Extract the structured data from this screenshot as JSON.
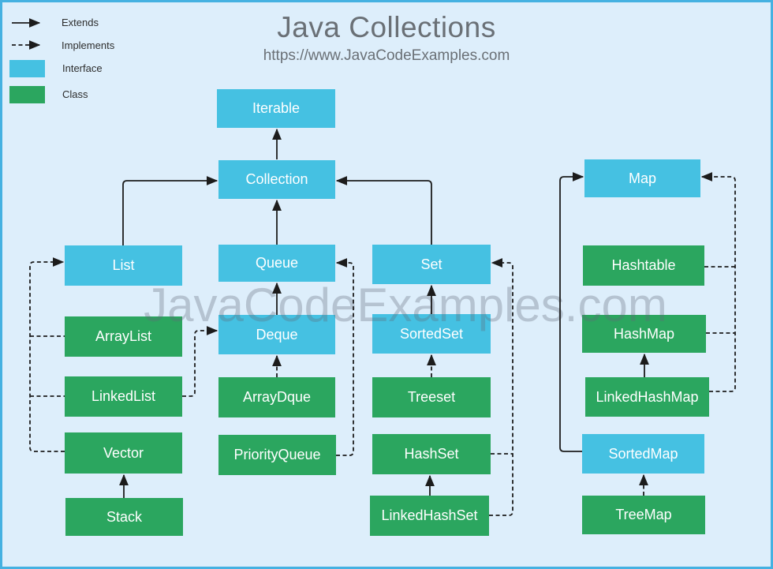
{
  "header": {
    "title": "Java Collections",
    "subtitle": "https://www.JavaCodeExamples.com"
  },
  "watermark": "JavaCodeExamples.com",
  "legend": {
    "extends_label": "Extends",
    "implements_label": "Implements",
    "interface_label": "Interface",
    "class_label": "Class"
  },
  "colors": {
    "background": "#ddeefb",
    "border": "#45b1e1",
    "interface-fill": "#45c1e2",
    "class-fill": "#2ba65f",
    "node-text": "#ffffff",
    "line": "#1c1c1c",
    "title-text": "#6a7076"
  },
  "nodes": {
    "iterable": {
      "label": "Iterable",
      "type": "interface"
    },
    "collection": {
      "label": "Collection",
      "type": "interface"
    },
    "list": {
      "label": "List",
      "type": "interface"
    },
    "queue": {
      "label": "Queue",
      "type": "interface"
    },
    "set": {
      "label": "Set",
      "type": "interface"
    },
    "map": {
      "label": "Map",
      "type": "interface"
    },
    "arraylist": {
      "label": "ArrayList",
      "type": "class"
    },
    "linkedlist": {
      "label": "LinkedList",
      "type": "class"
    },
    "vector": {
      "label": "Vector",
      "type": "class"
    },
    "stack": {
      "label": "Stack",
      "type": "class"
    },
    "deque": {
      "label": "Deque",
      "type": "interface"
    },
    "arraydque": {
      "label": "ArrayDque",
      "type": "class"
    },
    "priorityqueue": {
      "label": "PriorityQueue",
      "type": "class"
    },
    "sortedset": {
      "label": "SortedSet",
      "type": "interface"
    },
    "treeset": {
      "label": "Treeset",
      "type": "class"
    },
    "hashset": {
      "label": "HashSet",
      "type": "class"
    },
    "linkedhashset": {
      "label": "LinkedHashSet",
      "type": "class"
    },
    "hashtable": {
      "label": "Hashtable",
      "type": "class"
    },
    "hashmap": {
      "label": "HashMap",
      "type": "class"
    },
    "linkedhashmap": {
      "label": "LinkedHashMap",
      "type": "class"
    },
    "sortedmap": {
      "label": "SortedMap",
      "type": "interface"
    },
    "treemap": {
      "label": "TreeMap",
      "type": "class"
    }
  },
  "edges": [
    {
      "from": "Collection",
      "to": "Iterable",
      "relation": "extends"
    },
    {
      "from": "List",
      "to": "Collection",
      "relation": "extends"
    },
    {
      "from": "Queue",
      "to": "Collection",
      "relation": "extends"
    },
    {
      "from": "Set",
      "to": "Collection",
      "relation": "extends"
    },
    {
      "from": "ArrayList",
      "to": "List",
      "relation": "implements"
    },
    {
      "from": "LinkedList",
      "to": "List",
      "relation": "implements"
    },
    {
      "from": "Vector",
      "to": "List",
      "relation": "implements"
    },
    {
      "from": "Stack",
      "to": "Vector",
      "relation": "extends"
    },
    {
      "from": "Deque",
      "to": "Queue",
      "relation": "extends"
    },
    {
      "from": "LinkedList",
      "to": "Deque",
      "relation": "implements"
    },
    {
      "from": "ArrayDque",
      "to": "Deque",
      "relation": "implements"
    },
    {
      "from": "PriorityQueue",
      "to": "Queue",
      "relation": "implements"
    },
    {
      "from": "SortedSet",
      "to": "Set",
      "relation": "extends"
    },
    {
      "from": "Treeset",
      "to": "SortedSet",
      "relation": "implements"
    },
    {
      "from": "HashSet",
      "to": "Set",
      "relation": "implements"
    },
    {
      "from": "LinkedHashSet",
      "to": "Set",
      "relation": "implements"
    },
    {
      "from": "LinkedHashSet",
      "to": "HashSet",
      "relation": "extends"
    },
    {
      "from": "SortedMap",
      "to": "Map",
      "relation": "extends"
    },
    {
      "from": "Hashtable",
      "to": "Map",
      "relation": "implements"
    },
    {
      "from": "HashMap",
      "to": "Map",
      "relation": "implements"
    },
    {
      "from": "LinkedHashMap",
      "to": "Map",
      "relation": "implements"
    },
    {
      "from": "LinkedHashMap",
      "to": "HashMap",
      "relation": "extends"
    },
    {
      "from": "TreeMap",
      "to": "SortedMap",
      "relation": "implements"
    }
  ]
}
